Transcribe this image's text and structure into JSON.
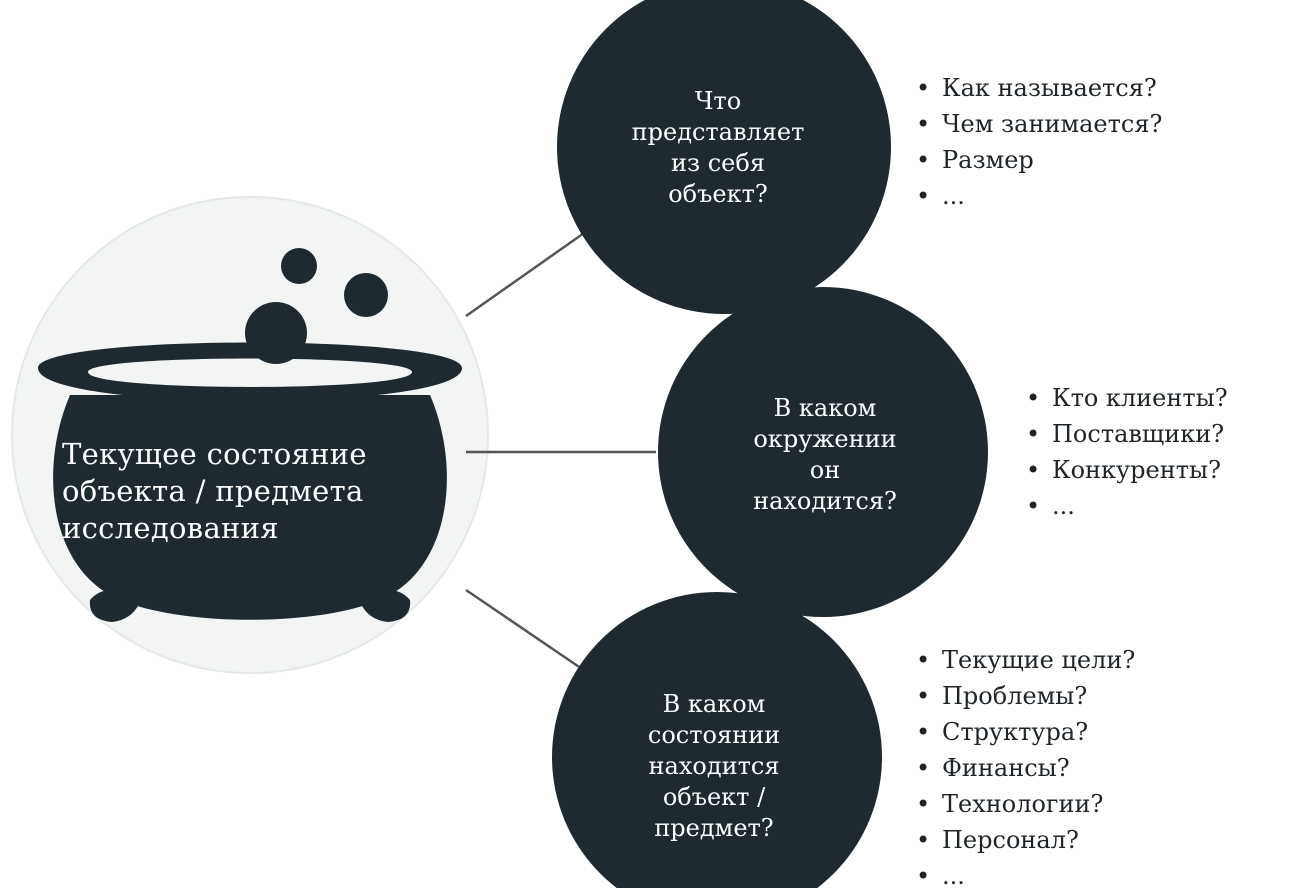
{
  "colors": {
    "dark": "#1e2a30",
    "halo": "#f2f4f4",
    "halo_edge": "#e6eaea",
    "line": "#555555",
    "text_light": "#ffffff",
    "text_dark": "#1e2428"
  },
  "center": {
    "lines": [
      "Текущее состояние",
      "объекта / предмета",
      "исследования"
    ]
  },
  "branches": [
    {
      "question": [
        "Что",
        "представляет",
        "из себя",
        "объект?"
      ],
      "items": [
        "Как называется?",
        "Чем занимается?",
        "Размер",
        "..."
      ]
    },
    {
      "question": [
        "В каком",
        "окружении",
        "он",
        "находится?"
      ],
      "items": [
        "Кто клиенты?",
        "Поставщики?",
        "Конкуренты?",
        "..."
      ]
    },
    {
      "question": [
        "В каком",
        "состоянии",
        "находится",
        "объект /",
        "предмет?"
      ],
      "items": [
        "Текущие цели?",
        "Проблемы?",
        "Структура?",
        "Финансы?",
        "Технологии?",
        "Персонал?",
        "..."
      ]
    }
  ]
}
